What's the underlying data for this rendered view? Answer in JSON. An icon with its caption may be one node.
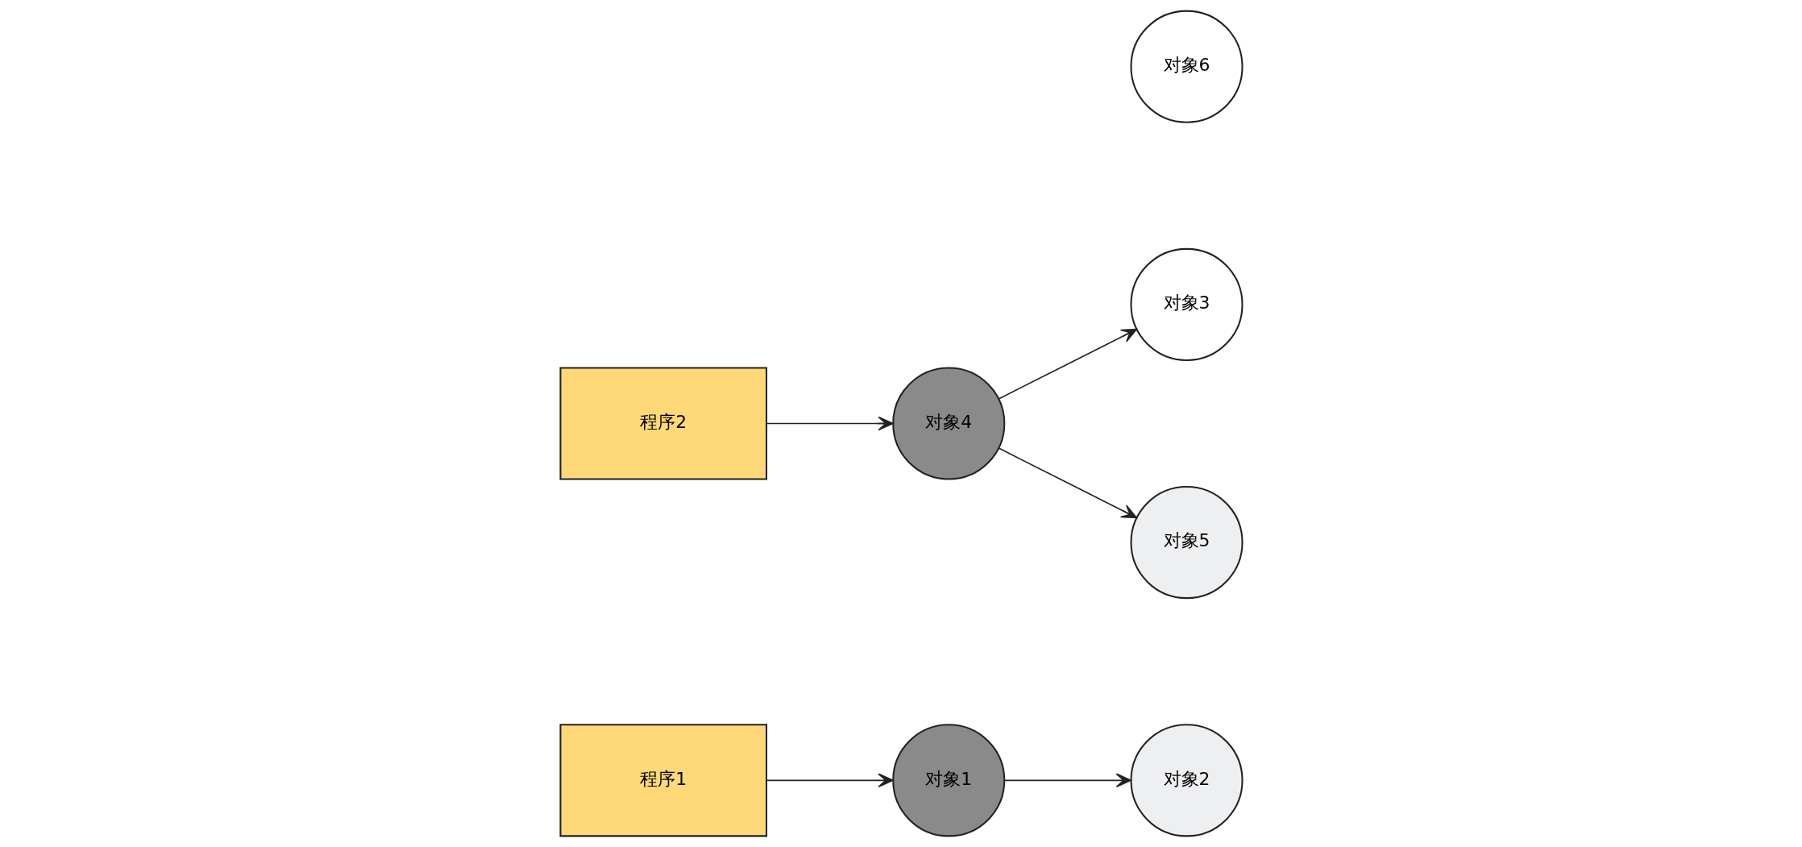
{
  "diagram": {
    "nodes": [
      {
        "text": [
          "程序1"
        ]
      },
      {
        "text": [
          "对象1"
        ]
      },
      {
        "text": [
          "对象2"
        ]
      },
      {
        "text": [
          "对象3"
        ]
      },
      {
        "text": [
          "程序2"
        ]
      },
      {
        "text": [
          "对象4"
        ]
      },
      {
        "text": [
          "对象5"
        ]
      },
      {
        "text": [
          "对象6"
        ]
      }
    ],
    "edges": [
      {
        "from": 0,
        "to": 1,
        "arrow": "to"
      },
      {
        "from": 1,
        "to": 2,
        "arrow": "to"
      },
      {
        "from": 4,
        "to": 5,
        "arrow": "to"
      },
      {
        "from": 5,
        "to": 3,
        "arrow": "to"
      },
      {
        "from": 5,
        "to": 6,
        "arrow": "to"
      }
    ]
  }
}
